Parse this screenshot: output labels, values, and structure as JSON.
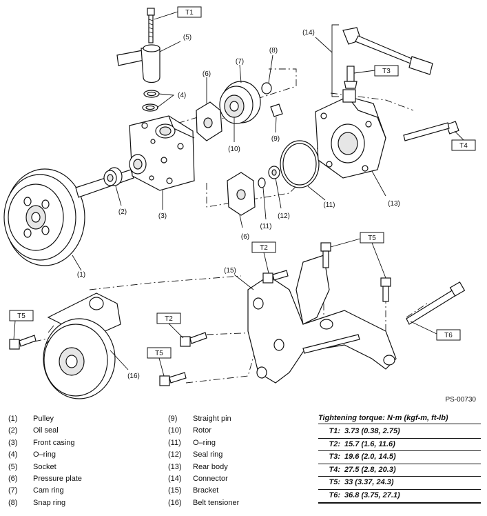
{
  "diagram": {
    "callouts": [
      "(1)",
      "(2)",
      "(3)",
      "(4)",
      "(5)",
      "(6)",
      "(7)",
      "(8)",
      "(9)",
      "(10)",
      "(11)",
      "(12)",
      "(13)",
      "(14)",
      "(15)",
      "(16)"
    ],
    "torque_tags": [
      "T1",
      "T2",
      "T3",
      "T4",
      "T5",
      "T6"
    ],
    "figure_code": "PS-00730"
  },
  "legend": [
    {
      "num": "(1)",
      "name": "Pulley"
    },
    {
      "num": "(2)",
      "name": "Oil seal"
    },
    {
      "num": "(3)",
      "name": "Front casing"
    },
    {
      "num": "(4)",
      "name": "O–ring"
    },
    {
      "num": "(5)",
      "name": "Socket"
    },
    {
      "num": "(6)",
      "name": "Pressure plate"
    },
    {
      "num": "(7)",
      "name": "Cam ring"
    },
    {
      "num": "(8)",
      "name": "Snap ring"
    },
    {
      "num": "(9)",
      "name": "Straight pin"
    },
    {
      "num": "(10)",
      "name": "Rotor"
    },
    {
      "num": "(11)",
      "name": "O–ring"
    },
    {
      "num": "(12)",
      "name": "Seal ring"
    },
    {
      "num": "(13)",
      "name": "Rear body"
    },
    {
      "num": "(14)",
      "name": "Connector"
    },
    {
      "num": "(15)",
      "name": "Bracket"
    },
    {
      "num": "(16)",
      "name": "Belt tensioner"
    }
  ],
  "torque": {
    "title": "Tightening torque: N·m (kgf-m, ft-lb)",
    "rows": [
      {
        "code": "T1:",
        "value": "3.73 (0.38, 2.75)"
      },
      {
        "code": "T2:",
        "value": "15.7 (1.6, 11.6)"
      },
      {
        "code": "T3:",
        "value": "19.6 (2.0, 14.5)"
      },
      {
        "code": "T4:",
        "value": "27.5 (2.8, 20.3)"
      },
      {
        "code": "T5:",
        "value": "33 (3.37, 24.3)"
      },
      {
        "code": "T6:",
        "value": "36.8 (3.75, 27.1)"
      }
    ]
  }
}
